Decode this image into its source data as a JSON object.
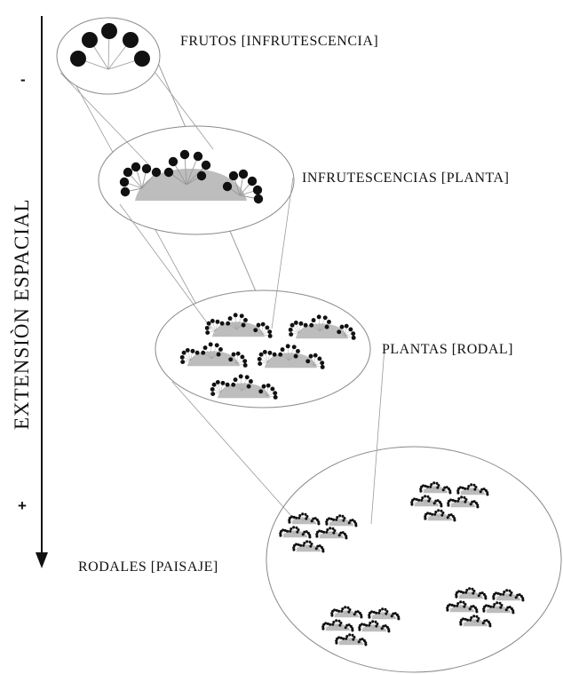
{
  "levels": [
    {
      "id": "frutos",
      "label": "FRUTOS [INFRUTESCENCIA]"
    },
    {
      "id": "infrutescencias",
      "label": "INFRUTESCENCIAS [PLANTA]"
    },
    {
      "id": "plantas",
      "label": "PLANTAS [RODAL]"
    },
    {
      "id": "rodales",
      "label": "RODALES [PAISAJE]"
    }
  ],
  "axis": {
    "label": "EXTENSIÒN ESPACIAL",
    "top_symbol": "-",
    "bottom_symbol": "+"
  },
  "colors": {
    "fruit": "#111111",
    "plant_body": "#bdbdbd",
    "outline": "#888888",
    "background": "#ffffff"
  }
}
